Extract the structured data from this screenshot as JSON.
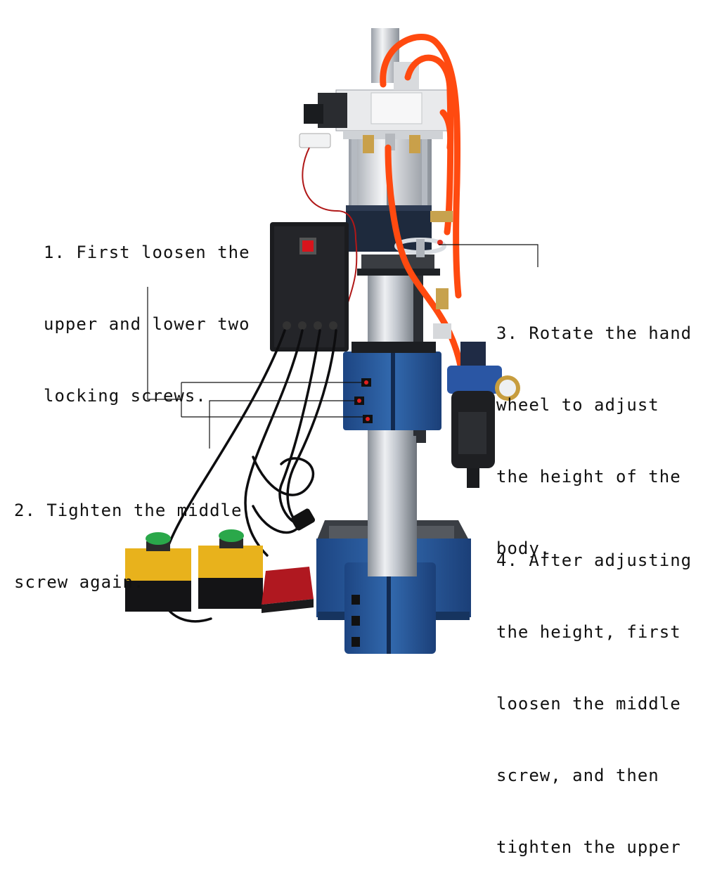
{
  "annotations": [
    {
      "id": "step-1",
      "lines": [
        "1. First loosen the",
        "upper and lower two",
        "locking screws."
      ]
    },
    {
      "id": "step-2",
      "lines": [
        "2. Tighten the middle",
        "screw again."
      ]
    },
    {
      "id": "step-3",
      "lines": [
        "3. Rotate the hand",
        "wheel to adjust",
        "the height of the",
        "body."
      ]
    },
    {
      "id": "step-4",
      "lines": [
        "4. After adjusting",
        "the height, first",
        "loosen the middle",
        "screw, and then",
        "tighten the upper"
      ]
    }
  ],
  "colors": {
    "machine_blue": "#2a5a9a",
    "tube_orange": "#ff4a10",
    "column_silver": "#c8ccd2",
    "button_yellow": "#e8b21c",
    "button_green": "#2aa84a",
    "switch_red": "#d8141c",
    "pedal_red": "#b01820"
  }
}
